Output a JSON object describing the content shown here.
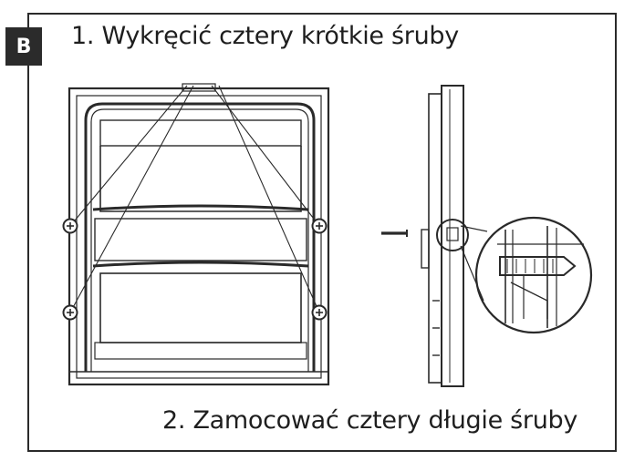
{
  "badge": {
    "label": "B"
  },
  "steps": [
    {
      "text": "1. Wykręcić cztery krótkie śruby"
    },
    {
      "text": "2. Zamocować cztery długie śruby"
    }
  ],
  "colors": {
    "line": "#2a2a2a",
    "badge_bg": "#2b2b2b",
    "background": "#ffffff"
  },
  "icons": [
    "screw-icon",
    "magnifier-detail-icon"
  ]
}
